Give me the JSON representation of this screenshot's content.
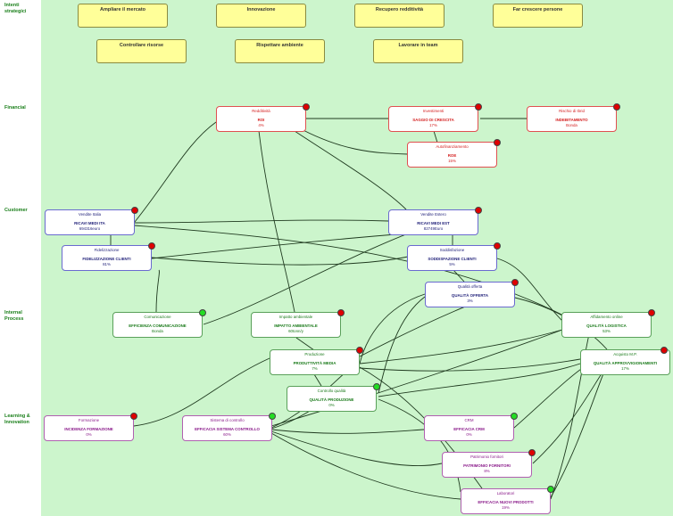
{
  "lanes": {
    "intenti": "Intenti strategici",
    "financial": "Financial",
    "customer": "Customer",
    "internal": "Internal Process",
    "learning": "Learning & Innovation"
  },
  "intents": {
    "ampliare": "Ampliare il mercato",
    "innovazione": "Innovazione",
    "recupero": "Recupero redditività",
    "crescere": "Far crescere persone",
    "controllare": "Controllare risorse",
    "ambiente": "Rispettare ambiente",
    "team": "Lavorare in team"
  },
  "nodes": {
    "redditivita": {
      "title": "Redditività",
      "kpi": "ROI",
      "value": "4%",
      "status": "red"
    },
    "investimenti": {
      "title": "Investimenti",
      "kpi": "SAGGIO DI CRESCITA",
      "value": "17%",
      "status": "red"
    },
    "rischio": {
      "title": "Rischio di Ibrid",
      "kpi": "INDEBITAMENTO",
      "value": "Bonda",
      "status": "red"
    },
    "autofinanziamento": {
      "title": "Autofinanziamento",
      "kpi": "ROE",
      "value": "15%",
      "status": "red"
    },
    "vendite_italia": {
      "title": "Vendite Italia",
      "kpi": "RICAVI MEDI ITA",
      "value": "694316euro",
      "status": "red"
    },
    "vendite_estero": {
      "title": "Vendite Estero",
      "kpi": "RICAVI MEDI EST",
      "value": "82749Euro",
      "status": "red"
    },
    "fidelizzazione": {
      "title": "Fidelizzazione",
      "kpi": "FIDELIZZAZIONE CLIENTI",
      "value": "81%",
      "status": "red"
    },
    "soddisfazione": {
      "title": "Soddisfazione",
      "kpi": "SODDISFAZIONE CLIENTI",
      "value": "5%",
      "status": "red"
    },
    "qualita_offerta": {
      "title": "Qualità offerta",
      "kpi": "QUALITÀ OFFERTA",
      "value": "3%",
      "status": "red"
    },
    "comunicazione": {
      "title": "Comunicazione",
      "kpi": "EFFICIENZA COMUNICAZIONE",
      "value": "Bonda",
      "status": "green"
    },
    "impatto": {
      "title": "Impatto ambientale",
      "kpi": "IMPATTO AMBIENTALE",
      "value": "60tonn/y",
      "status": "red"
    },
    "affidamento": {
      "title": "Affidamento online",
      "kpi": "QUALITÀ LOGISTICA",
      "value": "53%",
      "status": "red"
    },
    "produzione": {
      "title": "Produzione",
      "kpi": "PRODUTTIVITÀ MEDIA",
      "value": "7%",
      "status": "red"
    },
    "acquisto": {
      "title": "Acquisto M.P.",
      "kpi": "QUALITÀ APPROVVIGIONAMENTI",
      "value": "17%",
      "status": "red"
    },
    "controllo_qualita": {
      "title": "Controllo qualità",
      "kpi": "QUALITÀ PRODUZIONE",
      "value": "0%",
      "status": "green"
    },
    "formazione": {
      "title": "Formazione",
      "kpi": "INCIDENZA FORMAZIONE",
      "value": "0%",
      "status": "red"
    },
    "sistema": {
      "title": "Sistema di controllo",
      "kpi": "EFFICACIA SISTEMA CONTROLLO",
      "value": "60%",
      "status": "green"
    },
    "crm": {
      "title": "CRM",
      "kpi": "EFFICACIA CRM",
      "value": "0%",
      "status": "green"
    },
    "patrimonio": {
      "title": "Patrimonio fornitori",
      "kpi": "PATRIMONIO FORNITORI",
      "value": "8%",
      "status": "red"
    },
    "laboratori": {
      "title": "Laboratori",
      "kpi": "EFFICACIA NUOVI PRODOTTI",
      "value": "19%",
      "status": "green"
    }
  },
  "colors": {
    "canvas": "#ccf5cc",
    "intent": "#ffff99",
    "financial": "#d42020",
    "customer": "#22227a",
    "internal": "#1a7a1a",
    "learning": "#8a1a8a",
    "status_red": "#e00000",
    "status_green": "#22dd22"
  }
}
